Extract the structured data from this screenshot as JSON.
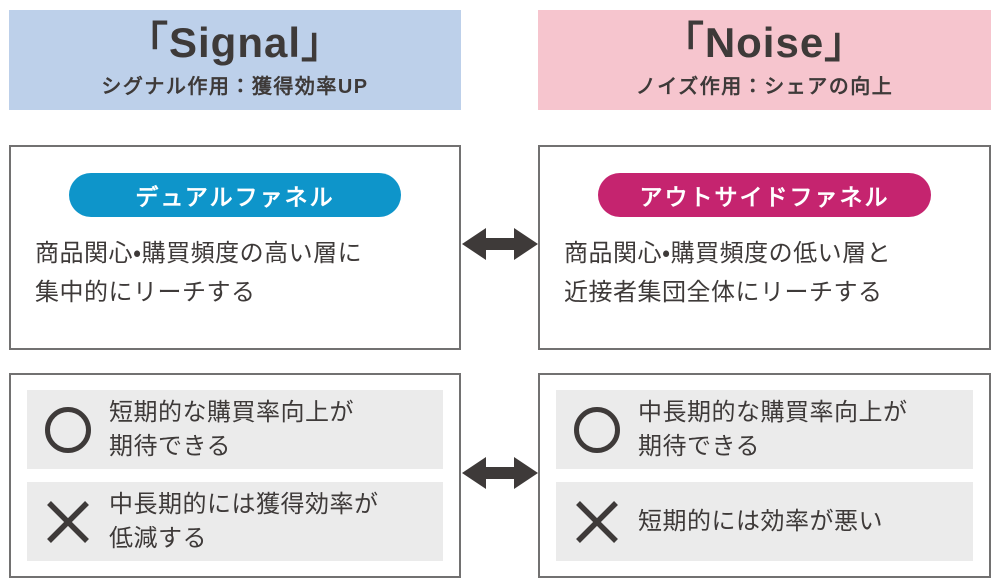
{
  "columns": [
    {
      "id": "signal",
      "header": {
        "title": "「Signal」",
        "subtitle": "シグナル作用：獲得効率UP",
        "background": "#bdd0ea"
      },
      "funnel": {
        "badge": "デュアルファネル",
        "badge_color": "#0e95ca",
        "description": "商品関心・購買頻度の高い層に\n集中的にリーチする"
      },
      "points": [
        {
          "mark": "○",
          "mark_type": "circle",
          "text": "短期的な購買率向上が\n期待できる"
        },
        {
          "mark": "×",
          "mark_type": "cross",
          "text": "中長期的には獲得効率が\n低減する"
        }
      ]
    },
    {
      "id": "noise",
      "header": {
        "title": "「Noise」",
        "subtitle": "ノイズ作用：シェアの向上",
        "background": "#f6c5ce"
      },
      "funnel": {
        "badge": "アウトサイドファネル",
        "badge_color": "#c5246f",
        "description": "商品関心・購買頻度の低い層と\n近接者集団全体にリーチする"
      },
      "points": [
        {
          "mark": "○",
          "mark_type": "circle",
          "text": "中長期的な購買率向上が\n期待できる"
        },
        {
          "mark": "×",
          "mark_type": "cross",
          "text": "短期的には効率が悪い"
        }
      ]
    }
  ],
  "colors": {
    "text": "#3e3a39",
    "signal_header_bg": "#bdd0ea",
    "noise_header_bg": "#f6c5ce",
    "signal_badge": "#0e95ca",
    "noise_badge": "#c5246f",
    "point_row_bg": "#ebebeb",
    "box_border": "#727171",
    "arrow": "#3e3a39"
  }
}
